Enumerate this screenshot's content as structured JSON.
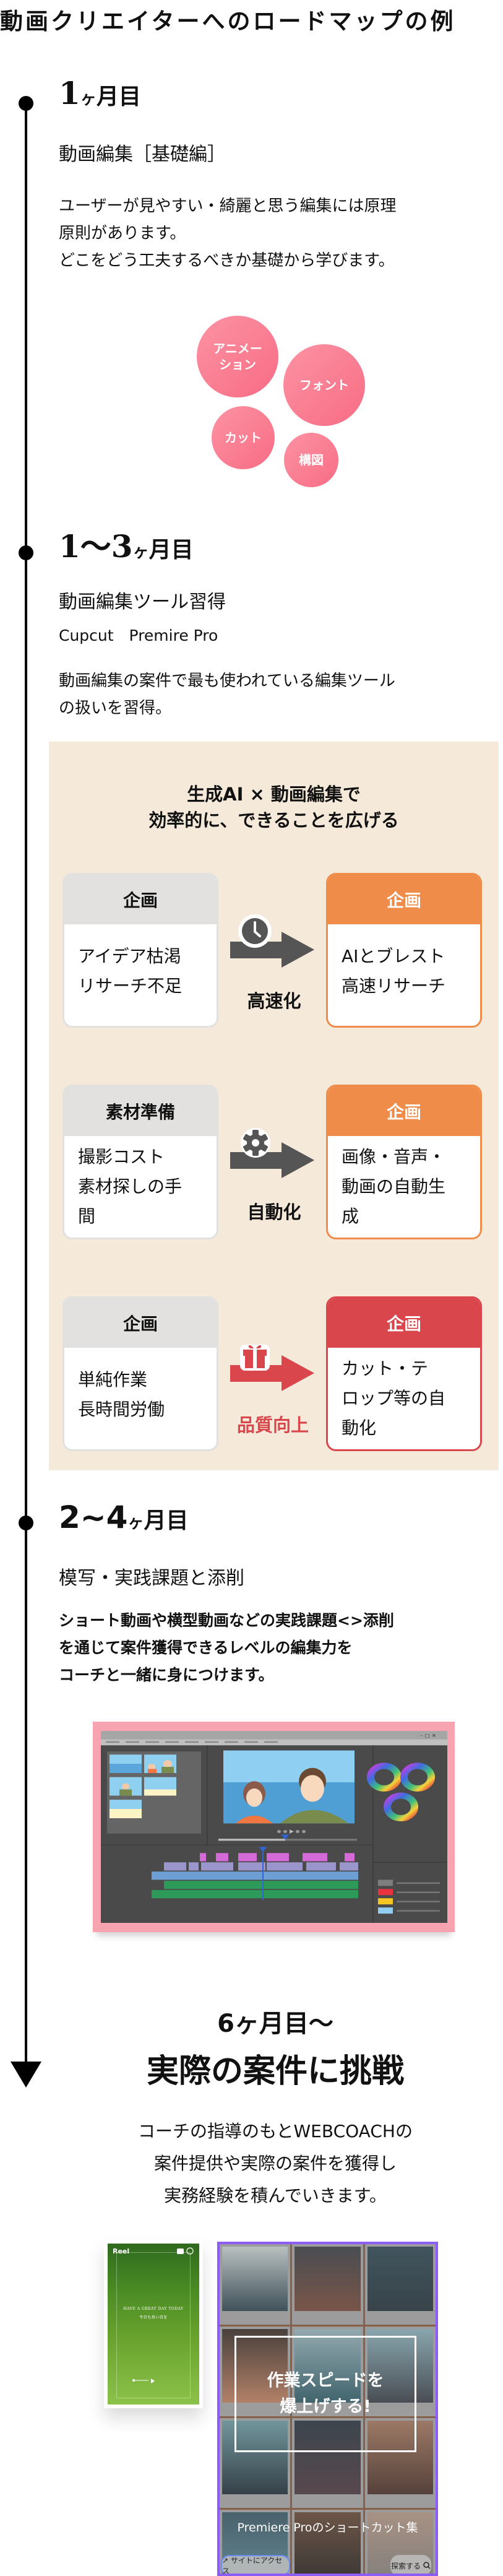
{
  "page": {
    "title": "動画クリエイターへのロードマップの例"
  },
  "steps": [
    {
      "num": "1",
      "unit_small": "ヶ",
      "unit": "月目",
      "subtitle": "動画編集［基礎編］",
      "body": [
        "ユーザーが見やすい・綺麗と思う編集には原理",
        "原則があります。",
        "どこをどう工夫するべきか基礎から学びます。"
      ],
      "bubbles": [
        "アニメー\nション",
        "フォント",
        "カット",
        "構図"
      ]
    },
    {
      "num": "1〜3",
      "unit_small": "ヶ",
      "unit": "月目",
      "subtitle": "動画編集ツール習得",
      "note": "Cupcut　Premire Pro",
      "body": [
        "動画編集の案件で最も使われている編集ツール",
        "の扱いを習得。"
      ]
    },
    {
      "num": "2~4",
      "unit_small": "ヶ",
      "unit": "月目",
      "subtitle": "模写・実践課題と添削",
      "body": [
        "ショート動画や横型動画などの実践課題<>添削",
        "を通じて案件獲得できるレベルの編集力を",
        "コーチと一緒に身につけます。"
      ]
    }
  ],
  "ai_panel": {
    "heading": [
      "生成AI × 動画編集で",
      "効率的に、できることを広げる"
    ],
    "rows": [
      {
        "before": {
          "header": "企画",
          "lines": [
            "アイデア枯渇",
            "リサーチ不足"
          ]
        },
        "effect": {
          "label": "高速化",
          "icon": "clock-icon",
          "color": "#545554"
        },
        "after": {
          "header": "企画",
          "lines": [
            "AIとブレスト",
            "高速リサーチ"
          ],
          "color": "#f08c4a"
        }
      },
      {
        "before": {
          "header": "素材準備",
          "lines": [
            "撮影コスト",
            "素材探しの手",
            "間"
          ]
        },
        "effect": {
          "label": "自動化",
          "icon": "gear-icon",
          "color": "#545554"
        },
        "after": {
          "header": "企画",
          "lines": [
            "画像・音声・",
            "動画の自動生",
            "成"
          ],
          "color": "#f08c4a"
        }
      },
      {
        "before": {
          "header": "企画",
          "lines": [
            "単純作業",
            "長時間労働"
          ]
        },
        "effect": {
          "label": "品質向上",
          "icon": "gift-icon",
          "color": "#d9474c"
        },
        "after": {
          "header": "企画",
          "lines": [
            "カット・テ",
            "ロップ等の自",
            "動化"
          ],
          "color": "#d9474c"
        }
      }
    ]
  },
  "final": {
    "sub": "6ヶ月目〜",
    "heading": "実際の案件に挑戦",
    "body": [
      "コーチの指導のもとWEBCOACHの",
      "案件提供や実際の案件を獲得し",
      "実務経験を積んでいきます。"
    ]
  },
  "samples": {
    "reel": {
      "label": "Reel",
      "caption_en": "HAVE A GREAT DAY TODAY",
      "caption_jp": "今日も良い日を"
    },
    "thumbnail": {
      "overlay": [
        "作業スピードを",
        "爆上げする!"
      ],
      "caption": "Premiere Proのショートカット集",
      "visit_button": "↗ サイトにアクセス",
      "explore_button": "探索する"
    }
  },
  "colors": {
    "panel_bg": "#f5e9da",
    "orange": "#f08c4a",
    "red": "#d9474c",
    "arrow_gray": "#545554",
    "bubble_pink": "#f97a8f",
    "editor_frame": "#f8a4b0",
    "thumb_border": "#8b5cf6"
  }
}
